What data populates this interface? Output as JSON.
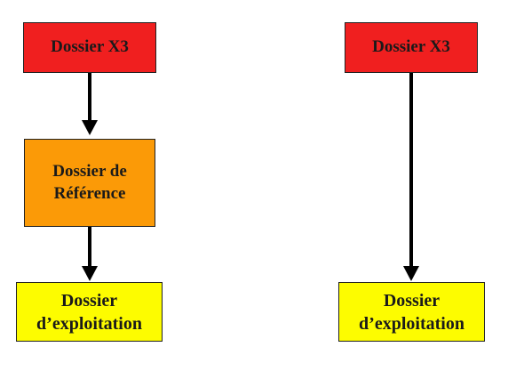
{
  "colors": {
    "red": "#f01f1f",
    "orange": "#fb9a07",
    "yellow": "#fdfc00"
  },
  "left_flow": {
    "top_box": "Dossier X3",
    "middle_box_line1": "Dossier de",
    "middle_box_line2": "Référence",
    "bottom_box_line1": "Dossier",
    "bottom_box_line2": "d’exploitation"
  },
  "right_flow": {
    "top_box": "Dossier X3",
    "bottom_box_line1": "Dossier",
    "bottom_box_line2": "d’exploitation"
  }
}
